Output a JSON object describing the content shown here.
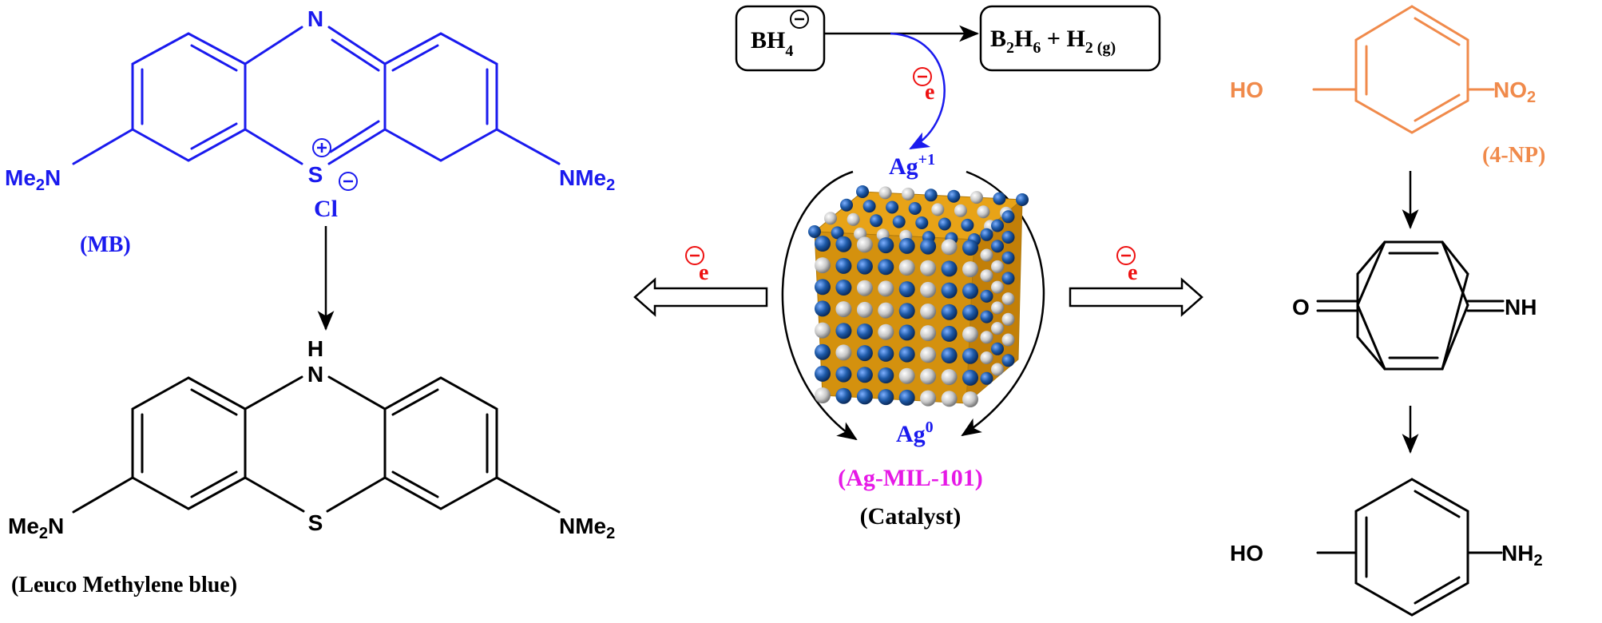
{
  "mb": {
    "n_top": "N",
    "me2n_left": "Me2N",
    "nme2_right": "NMe2",
    "s_plus": "S",
    "cl_minus": "Cl",
    "label": "(MB)"
  },
  "leuco": {
    "h": "H",
    "n": "N",
    "s": "S",
    "me2n_left": "Me2N",
    "nme2_right": "NMe2",
    "label": "(Leuco Methylene blue)"
  },
  "center": {
    "bh4": "BH4",
    "products": "B2H6 + H2 (g)",
    "electron": "e",
    "ag_plus": "Ag+1",
    "ag_zero": "Ag0",
    "catalyst_name": "(Ag-MIL-101)",
    "catalyst_role": "(Catalyst)"
  },
  "np": {
    "ho": "HO",
    "no2": "NO2",
    "label": "(4-NP)"
  },
  "quinone": {
    "o": "O",
    "nh": "NH"
  },
  "ap": {
    "ho": "HO",
    "nh2": "NH2"
  },
  "colors": {
    "blue": "#1a1aee",
    "red": "#ee1111",
    "orange": "#f08a4b",
    "magenta": "#e619e6",
    "black": "#000000",
    "sphere_blue": "#1e5aa8",
    "sphere_grey": "#c8c8c8",
    "framework_gold": "#e8a317"
  }
}
